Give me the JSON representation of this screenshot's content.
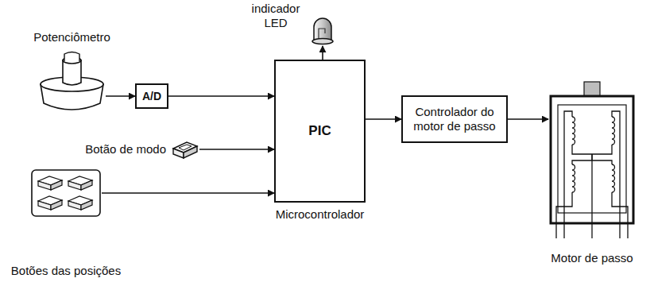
{
  "diagram": {
    "nodes": [
      {
        "text": [
          "Potenciômetro"
        ]
      },
      {
        "text": [
          "A/D"
        ]
      },
      {
        "text": [
          "PIC",
          "Microcontrolador"
        ]
      },
      {
        "text": [
          "indicador LED"
        ]
      },
      {
        "text": [
          "Botão de modo"
        ]
      },
      {
        "text": [
          "Botões das posições"
        ]
      },
      {
        "text": [
          "Controlador do motor de passo"
        ]
      },
      {
        "text": [
          "Motor de passo"
        ]
      }
    ],
    "edges": [
      {
        "from": 0,
        "to": 1,
        "arrow": "to"
      },
      {
        "from": 1,
        "to": 2,
        "arrow": "to"
      },
      {
        "from": 2,
        "to": 3,
        "arrow": "to"
      },
      {
        "from": 4,
        "to": 2,
        "arrow": "to"
      },
      {
        "from": 5,
        "to": 2,
        "arrow": "to"
      },
      {
        "from": 2,
        "to": 6,
        "arrow": "to"
      },
      {
        "from": 6,
        "to": 7,
        "arrow": "to"
      }
    ]
  }
}
